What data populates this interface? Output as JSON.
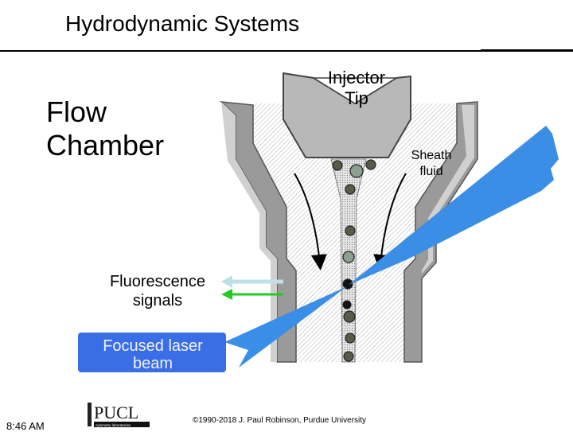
{
  "slide": {
    "title": "Hydrodynamic Systems",
    "time": "8:46 AM",
    "copyright": "©1990-2018 J. Paul Robinson, Purdue University"
  },
  "diagram": {
    "flow_chamber_label": "Flow Chamber",
    "injector_tip_label": "Injector Tip",
    "sheath_fluid_label": "Sheath fluid",
    "fluorescence_label": "Fluorescence signals",
    "laser_label": "Focused laser beam"
  },
  "logo": {
    "text": "PUCL",
    "subtext": "cytometry laboratories"
  },
  "colors": {
    "chamber_wall": "#9a9a9a",
    "chamber_wall_light": "#d0d0d0",
    "laser_blue": "#3a8ee6",
    "label_box_blue": "#3a6ee6",
    "signal_light": "#bfe0e8",
    "signal_green": "#22cc22",
    "cell_fill": "#4a4a3a"
  }
}
